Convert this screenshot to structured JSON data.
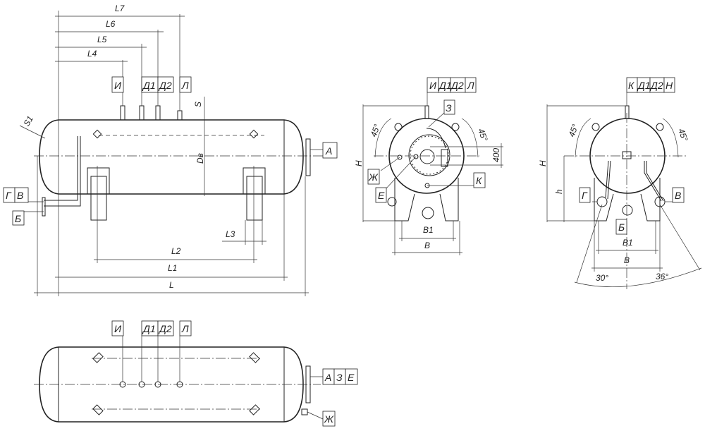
{
  "side_view": {
    "dims": {
      "L7": "L7",
      "L6": "L6",
      "L5": "L5",
      "L4": "L4",
      "L3": "L3",
      "L2": "L2",
      "L1": "L1",
      "L": "L",
      "S": "S",
      "S1": "S1",
      "Dn": "Dв"
    },
    "top_labels": [
      "И",
      "Д1",
      "Д2",
      "Л"
    ],
    "right_label": "А",
    "left_labels": [
      "Г",
      "В"
    ],
    "bottom_left_label": "Б"
  },
  "plan_view": {
    "top_labels": [
      "И",
      "Д1",
      "Д2",
      "Л"
    ],
    "right_labels": [
      "А",
      "З",
      "Е"
    ],
    "bottom_right_label": "Ж"
  },
  "front_view": {
    "top_labels": [
      "И",
      "Д1",
      "Д2",
      "Л"
    ],
    "callouts": {
      "Z": "З",
      "Zh": "Ж",
      "E": "Е",
      "K": "К"
    },
    "dims": {
      "H": "H",
      "B1": "B1",
      "B": "B",
      "d400": "400",
      "a_left": "45°",
      "a_right": "45°"
    }
  },
  "end_view": {
    "top_labels": [
      "К",
      "Д1",
      "Д2",
      "Н"
    ],
    "callouts": {
      "G": "Г",
      "V": "В",
      "B": "Б"
    },
    "dims": {
      "H": "H",
      "h": "h",
      "B1": "B1",
      "B": "B",
      "a_left": "45°",
      "a_right": "45°",
      "a30": "30°",
      "a36": "36°"
    }
  }
}
